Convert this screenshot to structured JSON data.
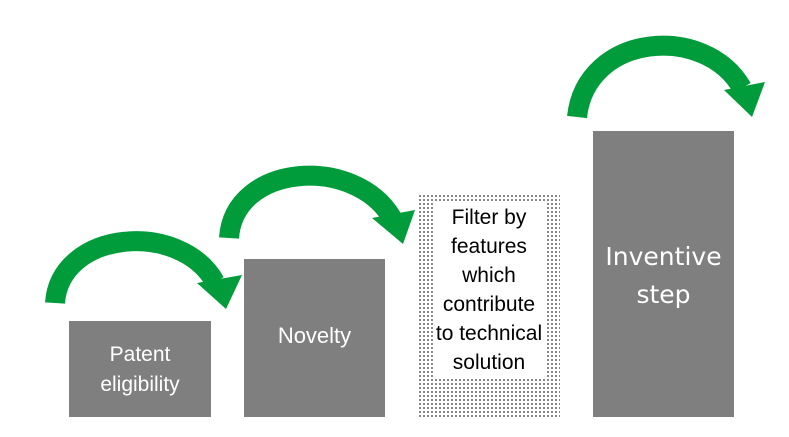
{
  "diagram": {
    "accent_color": "#009c3b",
    "block_color": "#7f7f7f",
    "steps": [
      {
        "id": "patent",
        "label": "Patent eligibility"
      },
      {
        "id": "novelty",
        "label": "Novelty"
      },
      {
        "id": "filter",
        "label": "Filter by features which contribute to technical solution"
      },
      {
        "id": "inventive",
        "label": "Inventive step"
      }
    ]
  }
}
